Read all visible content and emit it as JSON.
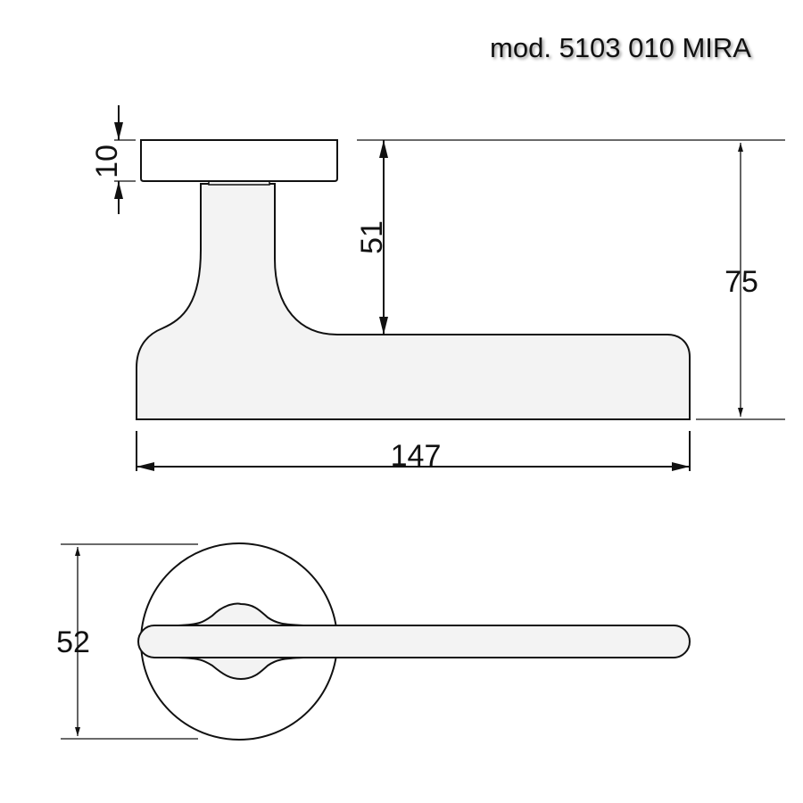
{
  "title": "mod. 5103 010 MIRA",
  "dimensions": {
    "rosette_thickness": "10",
    "lever_height": "51",
    "total_height": "75",
    "total_length": "147",
    "rosette_diameter": "52"
  },
  "colors": {
    "line": "#111111",
    "handle_fill": "#f3f3f3"
  }
}
